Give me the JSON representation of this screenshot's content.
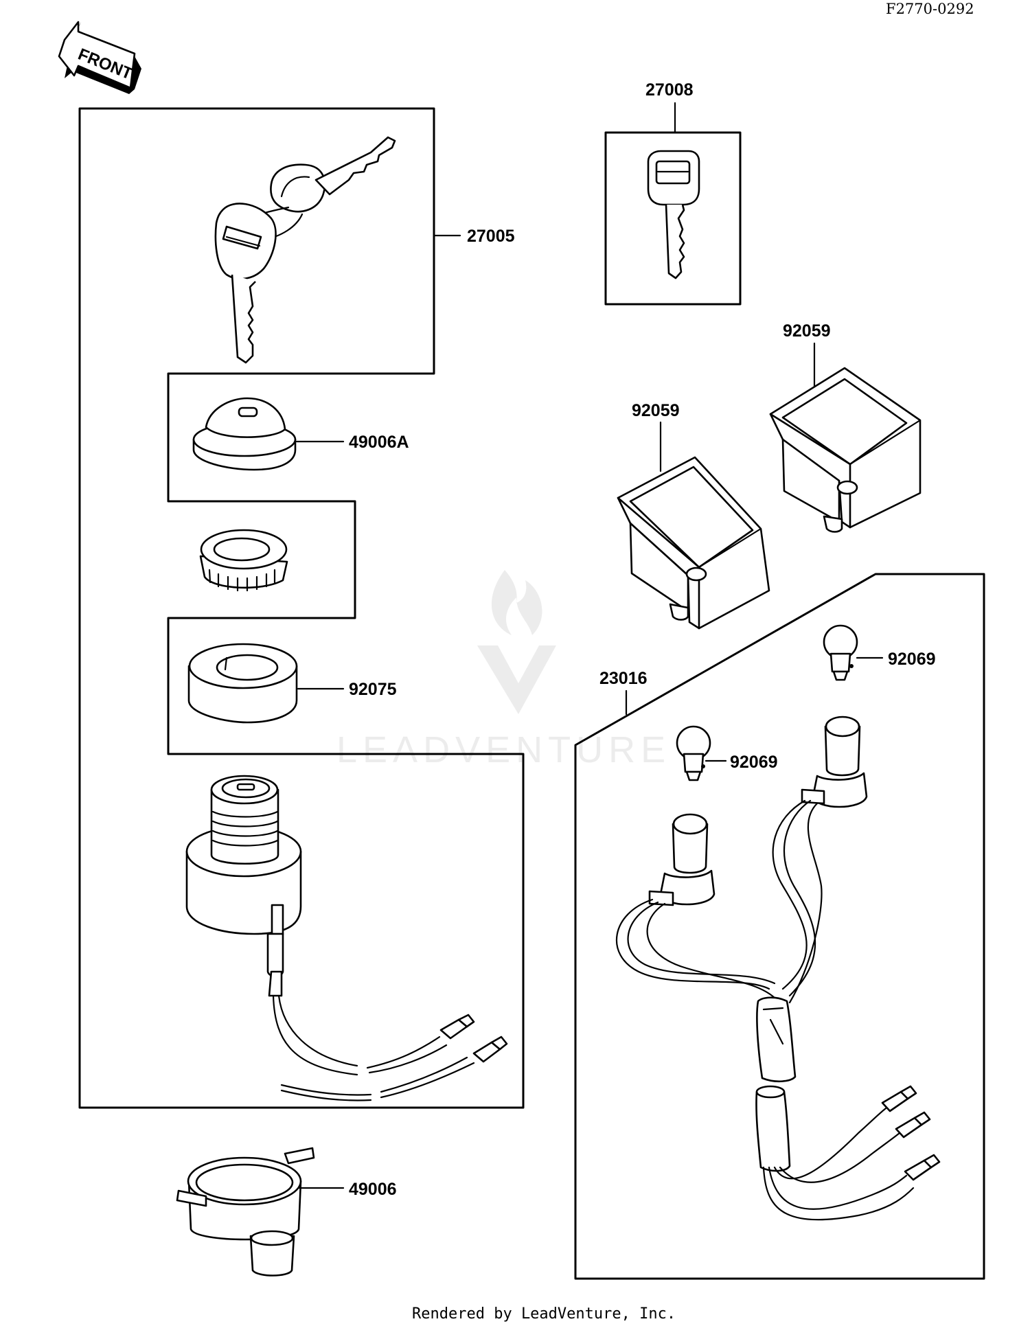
{
  "document_code": "F2770-0292",
  "front_arrow_label": "FRONT",
  "watermark": "LEADVENTURE",
  "footer": "Rendered by LeadVenture, Inc.",
  "part_labels": {
    "key_set": "27005",
    "key_blank": "27008",
    "cap": "49006A",
    "ring": "92075",
    "boot": "49006",
    "holder_upper": "92059",
    "holder_lower": "92059",
    "harness": "23016",
    "bulb_upper": "92069",
    "bulb_lower": "92069"
  }
}
